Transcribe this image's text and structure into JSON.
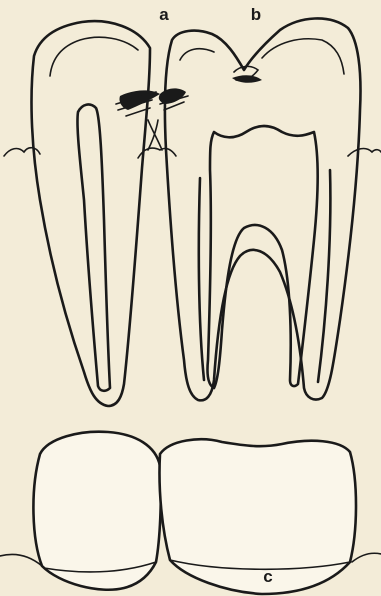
{
  "figure": {
    "labels": {
      "a": "a",
      "b": "b",
      "c": "c"
    },
    "colors": {
      "ink": "#1a1a1a",
      "paper": "#f3ecd8",
      "stipple": "#8a8a8a"
    }
  }
}
